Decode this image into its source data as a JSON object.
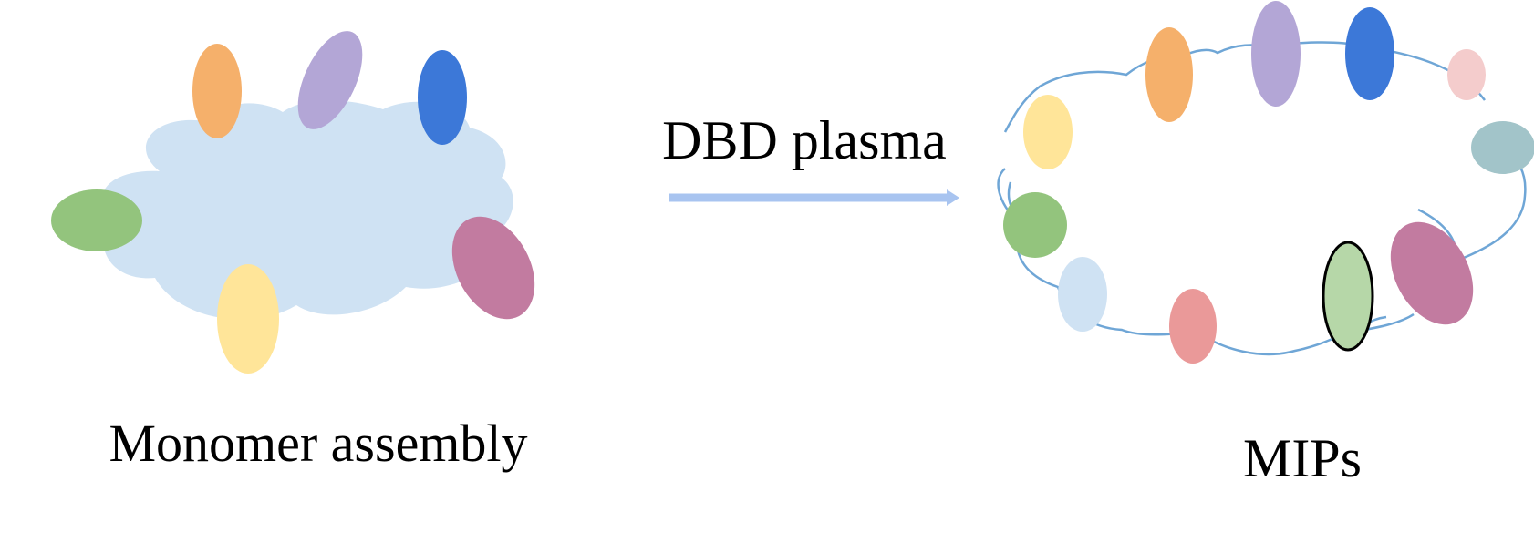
{
  "labels": {
    "left": "Monomer assembly",
    "arrow": "DBD plasma",
    "right": "MIPs"
  },
  "colors": {
    "cloud": "#cfe2f3",
    "arrow": "#a8c4f0",
    "chain": "#6fa6d6",
    "orange": "#f5b06b",
    "lavender": "#b3a6d6",
    "blue": "#3c78d8",
    "green": "#93c47d",
    "yellow": "#ffe599",
    "magenta": "#c27ba0",
    "pink": "#f4cccc",
    "teal": "#a2c4c9",
    "light_blue": "#cfe2f3",
    "salmon": "#ea9999",
    "light_green": "#b6d7a8",
    "outline": "#000000"
  }
}
